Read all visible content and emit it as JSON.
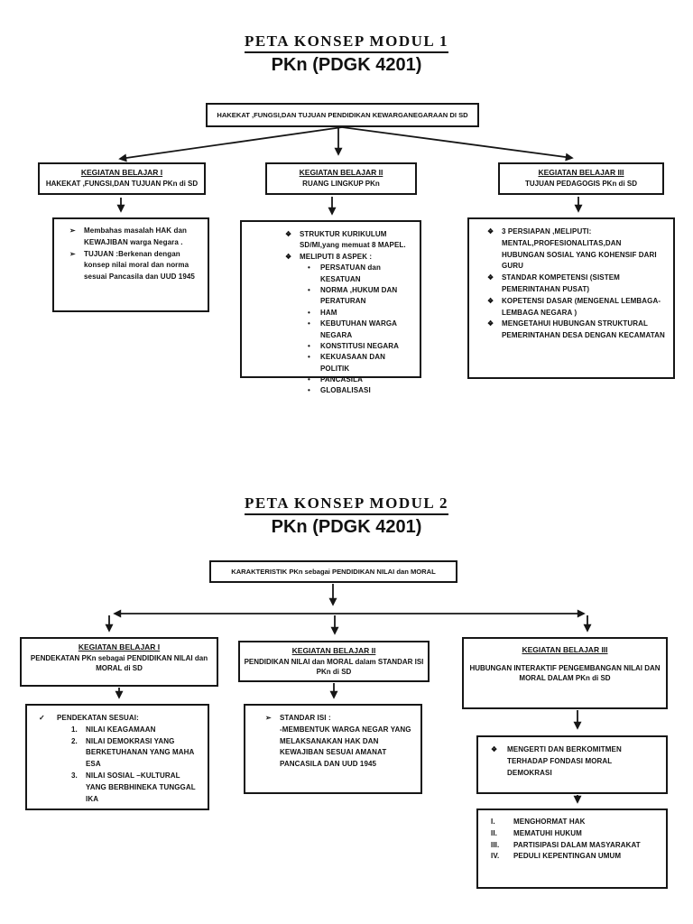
{
  "modul1": {
    "title": "PETA KONSEP MODUL 1",
    "subtitle": "PKn (PDGK 4201)",
    "root": "HAKEKAT ,FUNGSI,DAN TUJUAN PENDIDIKAN  KEWARGANEGARAAN DI SD",
    "kb1": {
      "title": "KEGIATAN BELAJAR I",
      "subtitle": "HAKEKAT ,FUNGSI,DAN TUJUAN PKn di SD"
    },
    "kb2": {
      "title": "KEGIATAN BELAJAR II",
      "subtitle": "RUANG LINGKUP  PKn"
    },
    "kb3": {
      "title": "KEGIATAN BELAJAR III",
      "subtitle": "TUJUAN PEDAGOGIS PKn di SD"
    },
    "d1": {
      "items": [
        {
          "m": "➢",
          "t": "Membahas masalah HAK dan KEWAJIBAN warga Negara ."
        },
        {
          "m": "➢",
          "t": "TUJUAN :Berkenan dengan konsep nilai moral dan norma sesuai Pancasila dan UUD 1945"
        }
      ]
    },
    "d2": {
      "items": [
        {
          "m": "❖",
          "t": "STRUKTUR KURIKULUM SD/MI,yang memuat 8 MAPEL."
        },
        {
          "m": "❖",
          "t": "MELIPUTI 8 ASPEK :"
        }
      ],
      "sub": [
        {
          "m": "•",
          "t": "PERSATUAN dan KESATUAN"
        },
        {
          "m": "•",
          "t": "NORMA ,HUKUM DAN PERATURAN"
        },
        {
          "m": "•",
          "t": "HAM"
        },
        {
          "m": "•",
          "t": "KEBUTUHAN WARGA NEGARA"
        },
        {
          "m": "•",
          "t": "KONSTITUSI  NEGARA"
        },
        {
          "m": "•",
          "t": "KEKUASAAN DAN POLITIK"
        },
        {
          "m": "•",
          "t": "PANCASILA"
        },
        {
          "m": "•",
          "t": "GLOBALISASI"
        }
      ]
    },
    "d3": {
      "items": [
        {
          "m": "❖",
          "t": "3 PERSIAPAN ,MELIPUTI: MENTAL,PROFESIONALITAS,DAN HUBUNGAN SOSIAL  YANG KOHENSIF DARI GURU"
        },
        {
          "m": "❖",
          "t": "STANDAR KOMPETENSI (SISTEM PEMERINTAHAN PUSAT)"
        },
        {
          "m": "❖",
          "t": "KOPETENSI DASAR (MENGENAL LEMBAGA- LEMBAGA NEGARA )"
        },
        {
          "m": "❖",
          "t": "MENGETAHUI HUBUNGAN STRUKTURAL PEMERINTAHAN DESA DENGAN KECAMATAN"
        }
      ]
    }
  },
  "modul2": {
    "title": "PETA KONSEP MODUL 2",
    "subtitle": "PKn (PDGK 4201)",
    "root": "KARAKTERISTIK PKn sebagai PENDIDIKAN NILAI dan MORAL",
    "kb1": {
      "title": "KEGIATAN BELAJAR I",
      "subtitle": "PENDEKATAN  PKn sebagai PENDIDIKAN NILAI dan MORAL di SD"
    },
    "kb2": {
      "title": "KEGIATAN BELAJAR II",
      "subtitle": "PENDIDIKAN NILAI dan MORAL dalam STANDAR ISI PKn  di SD"
    },
    "kb3": {
      "title": "KEGIATAN BELAJAR III",
      "subtitle": "HUBUNGAN INTERAKTIF  PENGEMBANGAN NILAI DAN MORAL DALAM PKn di SD"
    },
    "d1": {
      "head": {
        "m": "✓",
        "t": "PENDEKATAN SESUAI:"
      },
      "sub": [
        {
          "m": "1.",
          "t": "NILAI KEAGAMAAN"
        },
        {
          "m": "2.",
          "t": "NILAI DEMOKRASI YANG BERKETUHANAN YANG MAHA ESA"
        },
        {
          "m": "3.",
          "t": "NILAI SOSIAL –KULTURAL YANG BERBHINEKA TUNGGAL IKA"
        }
      ]
    },
    "d2": {
      "m": "➢",
      "t1": "STANDAR  ISI :",
      "t2": "-MEMBENTUK WARGA NEGAR YANG MELAKSANAKAN HAK DAN KEWAJIBAN SESUAI AMANAT PANCASILA DAN UUD 1945"
    },
    "d3": {
      "m": "❖",
      "t": "MENGERTI DAN BERKOMITMEN TERHADAP FONDASI MORAL DEMOKRASI"
    },
    "d4": {
      "items": [
        {
          "m": "I.",
          "t": "MENGHORMAT HAK"
        },
        {
          "m": "II.",
          "t": "MEMATUHI HUKUM"
        },
        {
          "m": "III.",
          "t": "PARTISIPASI DALAM MASYARAKAT"
        },
        {
          "m": "IV.",
          "t": "PEDULI KEPENTINGAN UMUM"
        }
      ]
    }
  }
}
